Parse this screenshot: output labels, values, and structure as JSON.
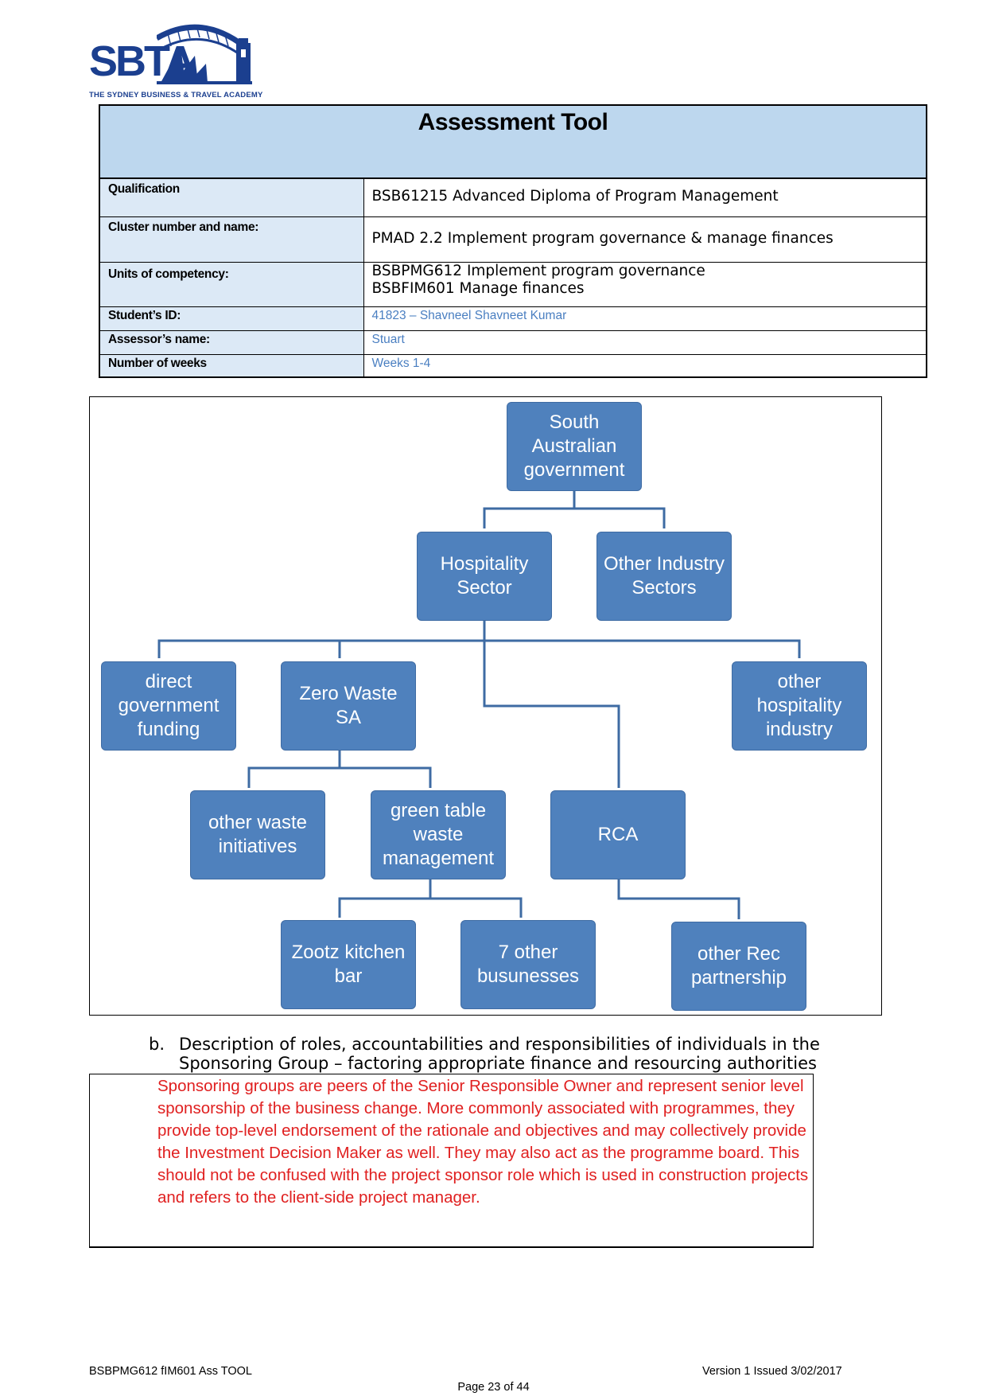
{
  "logo": {
    "letters": "SBTA",
    "subtitle": "THE SYDNEY BUSINESS & TRAVEL ACADEMY"
  },
  "assessment": {
    "title": "Assessment Tool",
    "rows": [
      {
        "label": "Qualification",
        "value": "BSB61215 Advanced Diploma of Program Management"
      },
      {
        "label": "Cluster number and name:",
        "value": "PMAD 2.2 Implement program governance & manage finances"
      },
      {
        "label": "Units of competency:",
        "value_lines": [
          "BSBPMG612 Implement program governance",
          "BSBFIM601 Manage finances"
        ]
      },
      {
        "label": "Student’s ID:",
        "value": "41823 – Shavneel Shavneet Kumar"
      },
      {
        "label": "Assessor’s name:",
        "value": "Stuart"
      },
      {
        "label": "Number of weeks",
        "value": "Weeks 1-4"
      }
    ]
  },
  "org_chart": {
    "nodes": {
      "sa_gov": "South Australian government",
      "hospitality": "Hospitality Sector",
      "other_industry": "Other Industry Sectors",
      "direct_funding": "direct government funding",
      "zero_waste": "Zero Waste SA",
      "other_hospitality": "other hospitality industry",
      "other_waste": "other waste initiatives",
      "green_table": "green table waste management",
      "rca": "RCA",
      "zootz": "Zootz kitchen bar",
      "seven_other": "7 other busunesses",
      "other_rec": "other Rec partnership"
    },
    "colors": {
      "node_fill": "#4f81bd",
      "connector": "#3e6ba3"
    }
  },
  "section_b": {
    "letter": "b.",
    "heading": "Description of roles, accountabilities and responsibilities of individuals in the Sponsoring Group – factoring appropriate finance and resourcing authorities",
    "answer": "Sponsoring groups are peers of the Senior Responsible Owner and represent senior level sponsorship of the business change. More commonly associated with programmes, they provide top-level endorsement of the rationale and objectives and may collectively provide the Investment Decision Maker as well. They may also act as the programme board. This should not be confused with the project sponsor role which is used in construction projects and refers to the client-side project manager.",
    "answer_color": "#e02020"
  },
  "footer": {
    "left": "BSBPMG612 fIM601 Ass TOOL",
    "right": "Version 1 Issued 3/02/2017",
    "page": "Page 23 of 44"
  }
}
